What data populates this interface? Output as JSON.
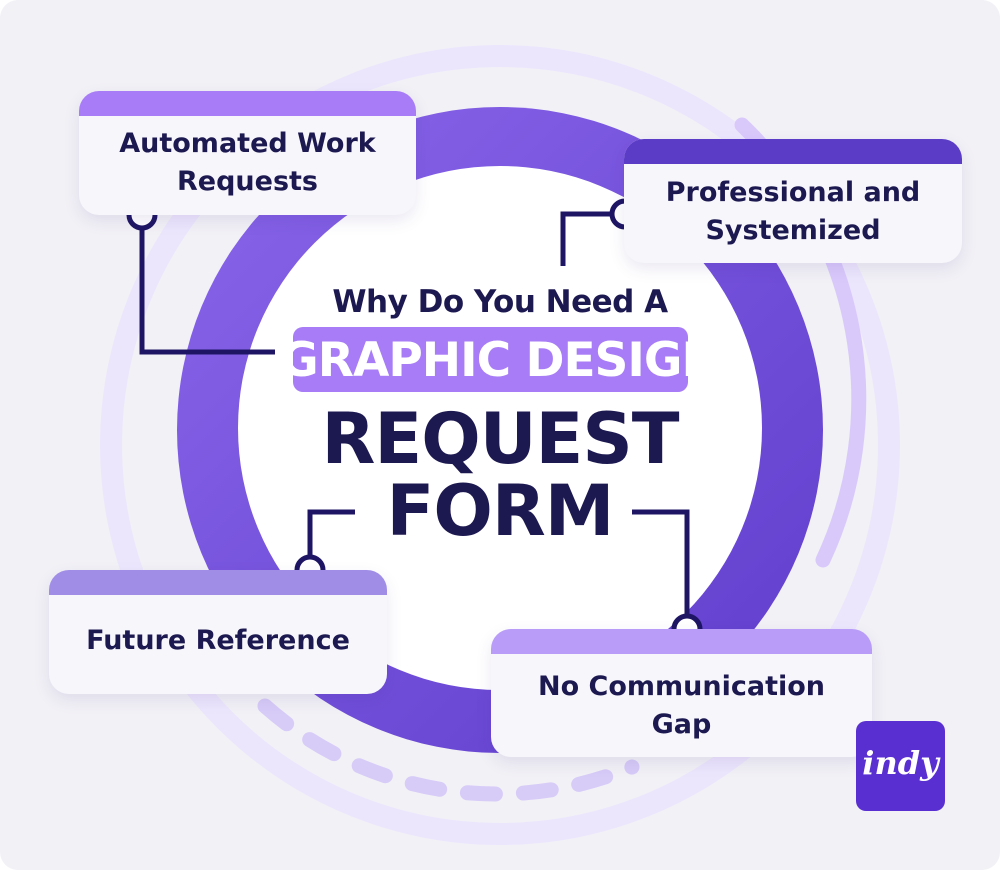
{
  "title": {
    "top_line": "Why Do You Need A",
    "highlight": "GRAPHIC DESIGN",
    "main_line1": "REQUEST",
    "main_line2": "FORM"
  },
  "cards": {
    "automated": {
      "line1": "Automated Work",
      "line2": "Requests"
    },
    "professional": {
      "line1": "Professional and",
      "line2": "Systemized"
    },
    "future": {
      "line1": "Future Reference"
    },
    "no_communication": {
      "line1": "No Communication",
      "line2": "Gap"
    }
  },
  "logo": {
    "text": "indy"
  },
  "colors": {
    "background": "#f2f1f6",
    "ring_outer": "#ece6fd",
    "ring_main": "#7451dc",
    "ring_accent": "#d9c9fb",
    "highlight": "#a77cf6",
    "text_dark": "#1c1850",
    "connector": "#1e1664",
    "logo_bg": "#5a2fd2"
  },
  "icons": [
    "connector-dot-icon",
    "indy-logo-icon"
  ]
}
